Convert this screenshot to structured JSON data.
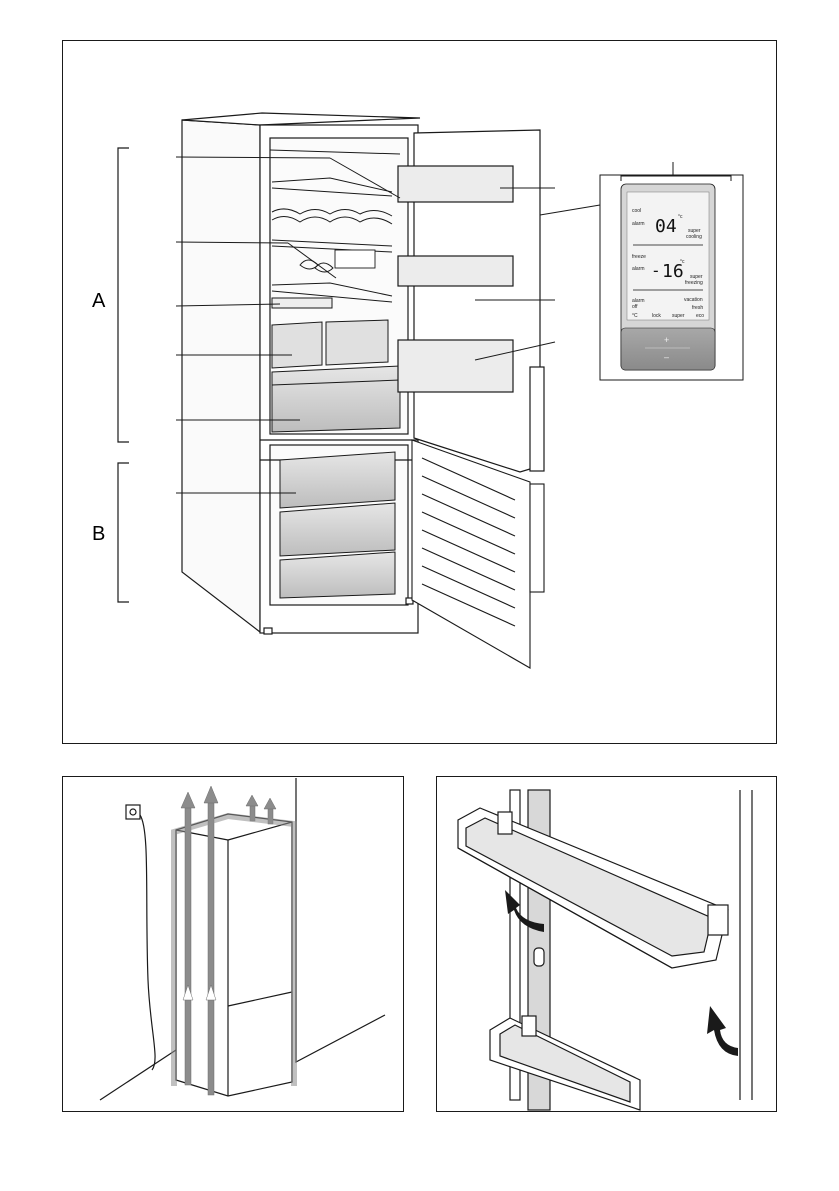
{
  "labels": {
    "zone_a": "A",
    "zone_b": "B"
  },
  "display": {
    "fridge": {
      "mode_label": "cool",
      "alarm_label": "alarm",
      "temperature": "04",
      "unit": "°c",
      "super_line1": "super",
      "super_line2": "cooling"
    },
    "freezer": {
      "mode_label": "freeze",
      "alarm_label": "alarm",
      "sign": "-",
      "temperature": "16",
      "unit": "°c",
      "super_line1": "super",
      "super_line2": "freezing"
    },
    "bottom_row": {
      "alarm_off_1": "alarm",
      "alarm_off_2": "off",
      "vacation": "vacation",
      "fresh": "fresh",
      "celsius": "°C",
      "lock": "lock",
      "super": "super",
      "eco": "eco"
    },
    "buttons": {
      "plus": "+",
      "minus": "–"
    }
  },
  "colors": {
    "line": "#1a1a1a",
    "arrow": "#8c8c8c",
    "display_bg": "#d6d6d6",
    "display_button_area": "#9a9a9a",
    "shading": "#cfcfcf"
  }
}
